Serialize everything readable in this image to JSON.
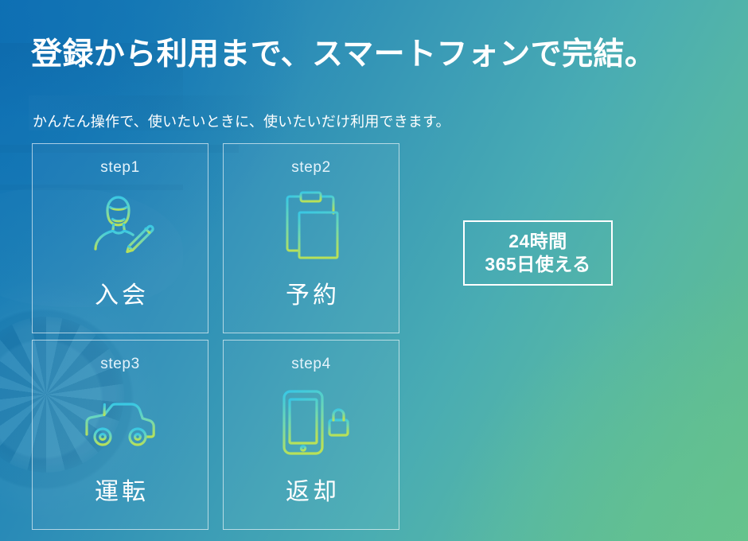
{
  "hero": {
    "headline": "登録から利用まで、スマートフォンで完結。",
    "subhead": "かんたん操作で、使いたいときに、使いたいだけ利用できます。"
  },
  "steps": [
    {
      "step_label": "step1",
      "name": "入会",
      "icon": "person-with-pencil-icon"
    },
    {
      "step_label": "step2",
      "name": "予約",
      "icon": "clipboard-document-icon"
    },
    {
      "step_label": "step3",
      "name": "運転",
      "icon": "car-icon"
    },
    {
      "step_label": "step4",
      "name": "返却",
      "icon": "smartphone-lock-icon"
    }
  ],
  "badge": {
    "line1": "24時間",
    "line2": "365日使える"
  },
  "colors": {
    "bg_top_left": "#1477b6",
    "bg_mid": "#3b9cb6",
    "bg_bottom_right": "#62bd8c",
    "card_border": "#ffffff",
    "icon_gradient_top": "#39c7e0",
    "icon_gradient_bottom": "#b3e05a",
    "text": "#ffffff",
    "step_label": "#e4f3fb"
  }
}
